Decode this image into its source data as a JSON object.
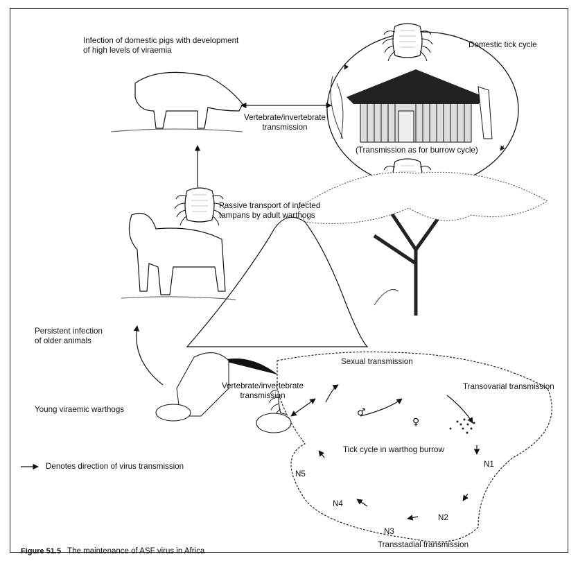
{
  "labels": {
    "domestic_pigs": "Infection of domestic pigs with development\nof high levels of viraemia",
    "domestic_tick_cycle": "Domestic tick cycle",
    "vert_invert_top": "Vertebrate/invertebrate\ntransmission",
    "burrow_cycle_note": "(Transmission as for burrow cycle)",
    "passive_transport": "Passive transport of infected\ntampans by adult warthogs",
    "persistent_infection": "Persistent infection\nof older animals",
    "young_viraemic": "Young viraemic warthogs",
    "vert_invert_bottom": "Vertebrate/invertebrate\ntransmission",
    "sexual_transmission": "Sexual transmission",
    "transovarial": "Transovarial transmission",
    "tick_cycle_burrow": "Tick cycle in warthog burrow",
    "transstadial": "Transstadial transmission",
    "legend": "Denotes direction of virus transmission"
  },
  "stages": {
    "n1": "N1",
    "n2": "N2",
    "n3": "N3",
    "n4": "N4",
    "n5": "N5"
  },
  "symbols": {
    "male": "♂",
    "female": "♀"
  },
  "caption": {
    "number": "Figure 51.5",
    "text": "The maintenance of ASF virus in Africa"
  }
}
